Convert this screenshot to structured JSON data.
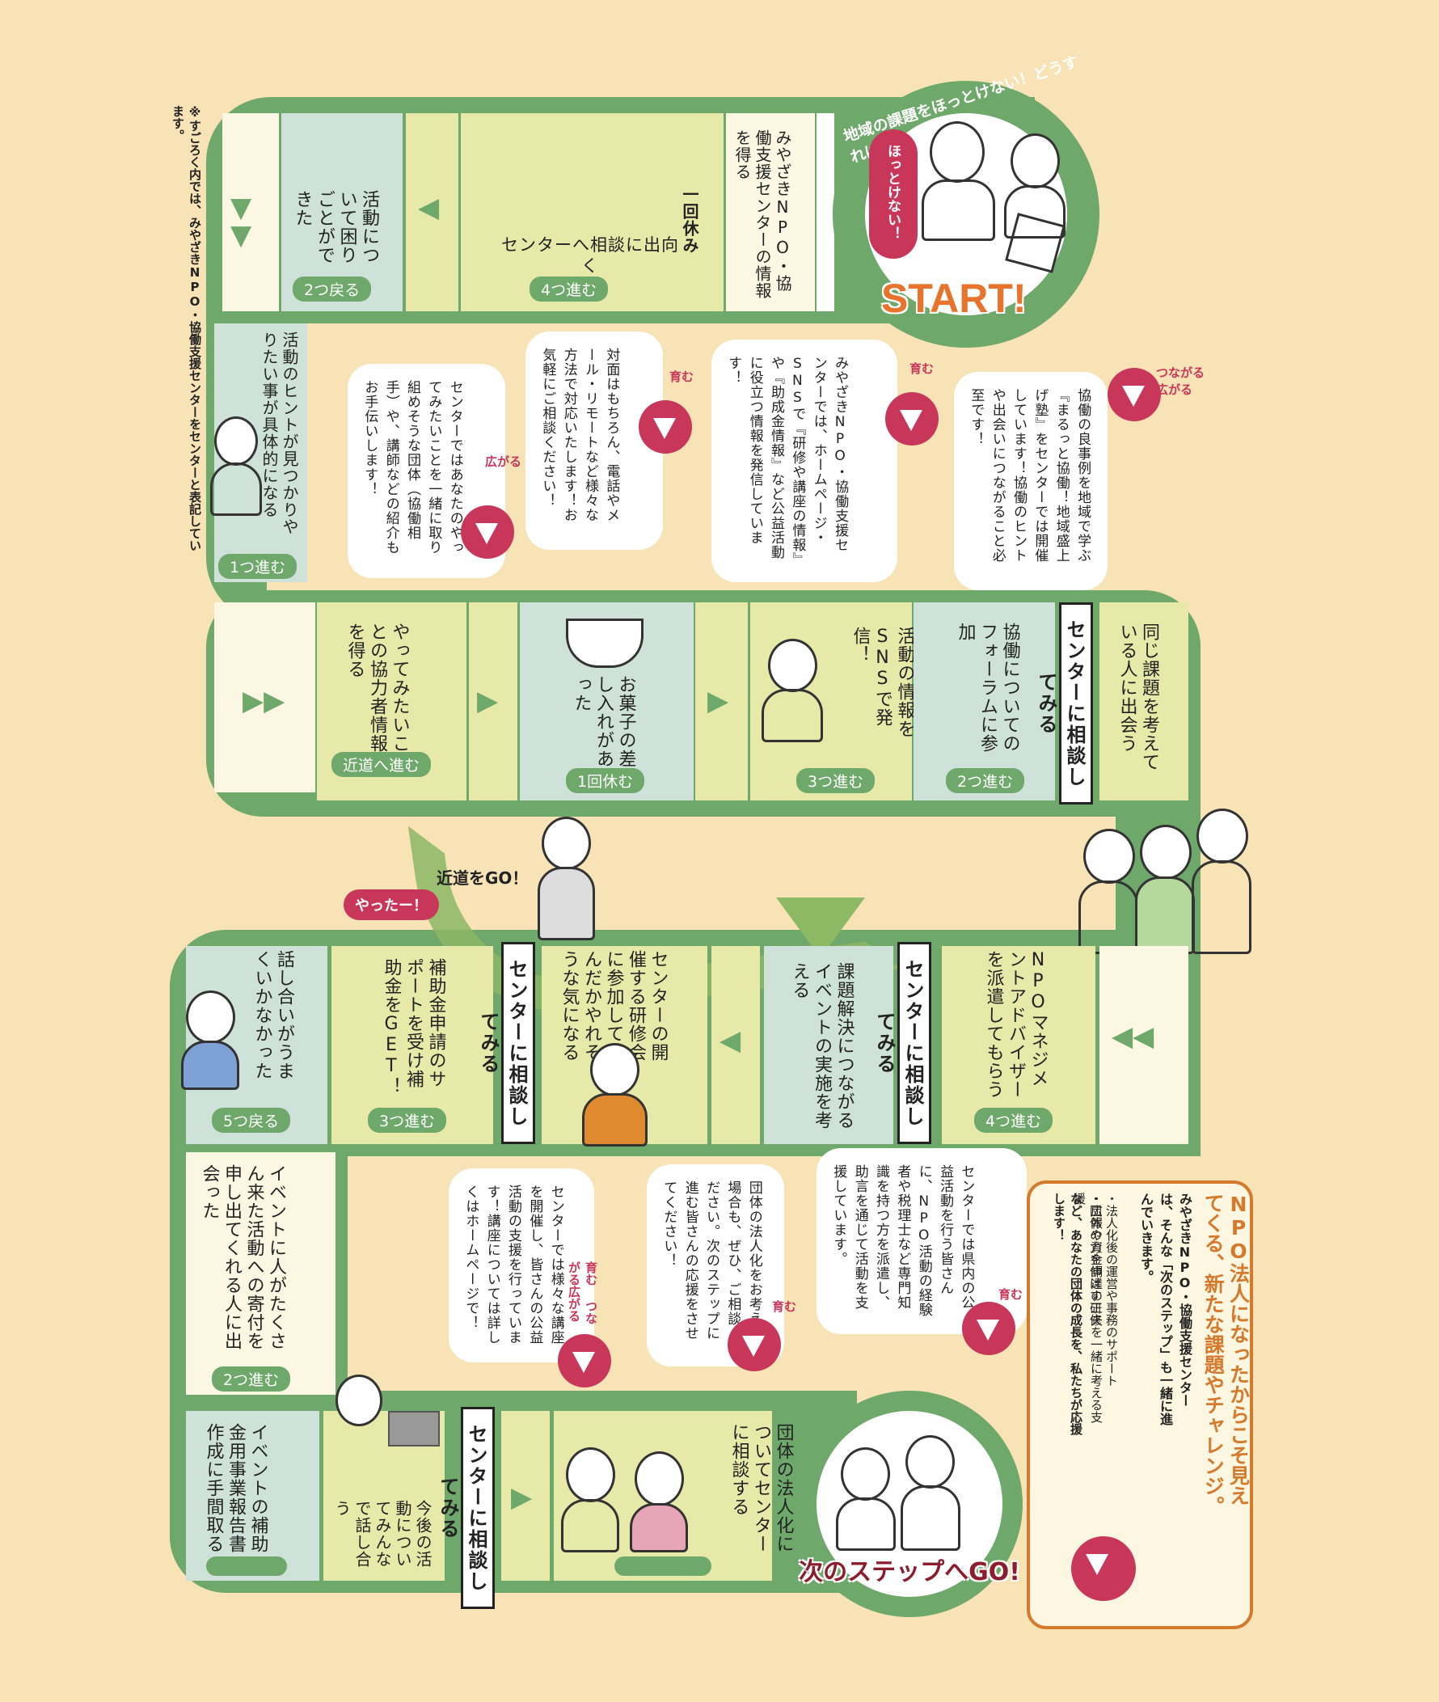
{
  "note": "※すごろく内では、みやざきNPO・協働支援センターをセンターと表記しています。",
  "start": {
    "arc_title": "地域の課題をほっとけない！どうすればいいの？",
    "bubble": "ほっとけない！",
    "label": "START!"
  },
  "row1": {
    "rest": "一回休み",
    "info": "みやざきNPO・協働支援センターの情報を得る",
    "consult_visit": "センターへ相談に出向く",
    "consult_visit_move": "4つ進む",
    "trouble": "活動について困りごとができた",
    "trouble_move": "2つ戻る"
  },
  "left1": {
    "hint": "活動のヒントが見つかりやりたい事が具体的になる",
    "hint_move": "1つ進む"
  },
  "bubbles1": {
    "b1": "協働の良事例を地域で学ぶ『まるっと協働！地域盛上げ塾』をセンターでは開催しています！協働のヒントや出会いにつながること必至です！",
    "b1_tag": "つながる広がる",
    "b2": "みやざきNPO・協働支援センターでは、ホームページ・SNSで『研修や講座の情報』や『助成金情報』など公益活動に役立つ情報を発信しています！",
    "b2_tag": "育む",
    "b3": "対面はもちろん、電話やメール・リモートなど様々な方法で対応いたします！お気軽にご相談ください！",
    "b3_tag": "育む",
    "b4": "センターではあなたのやってみたいことを一緒に取り組めそうな団体（協働相手）や、講師などの紹介もお手伝いします！",
    "b4_tag": "広がる"
  },
  "row2": {
    "meet": "同じ課題を考えている人に出会う",
    "consult": "センターに相談してみる",
    "forum": "協働についてのフォーラムに参加",
    "forum_move": "2つ進む",
    "sns": "活動の情報をSNSで発信！",
    "sns_move": "3つ進む",
    "snack": "お菓子の差し入れがあった",
    "snack_move": "1回休む",
    "partner": "やってみたいことの協力者情報を得る",
    "partner_move": "近道へ進む",
    "shortcut": "近道をGO！"
  },
  "row3": {
    "advisor": "NPOマネジメントアドバイザーを派遣してもらう",
    "advisor_move": "4つ進む",
    "consult1": "センターに相談してみる",
    "event": "課題解決につながるイベントの実施を考える",
    "seminar": "センターの開催する研修会に参加してなんだかやれそうな気になる",
    "consult2": "センターに相談してみる",
    "grant": "補助金申請のサポートを受け補助金をGET！",
    "grant_move": "3つ進む",
    "yatta": "やったー！",
    "talk": "話し合いがうまくいかなかった",
    "talk_move": "5つ戻る"
  },
  "left3": {
    "donors": "イベントに人がたくさん来た活動への寄付を申し出てくれる人に出会った",
    "donors_move": "2つ進む"
  },
  "bubbles2": {
    "b1": "センターでは県内の公益活動を行う皆さんに、NPO活動の経験者や税理士など専門知識を持つ方を派遣し、助言を通じて活動を支援しています。",
    "b1_tag": "育む",
    "b2": "団体の法人化をお考えの場合も、ぜひ、ご相談ください。次のステップに進む皆さんの応援をさせてください！",
    "b2_tag": "育む",
    "b3": "センターでは様々な講座を開催し、皆さんの公益活動の支援を行っています！講座については詳しくはホームページで！",
    "b3_tag": "育む つながる広がる"
  },
  "row4": {
    "report": "イベントの補助金用事業報告書作成に手間取る",
    "future": "今後の活動についてみんなで話し合う",
    "consult": "センターに相談してみる",
    "incorporate": "団体の法人化についてセンターに相談する",
    "next": "次のステップへGO!"
  },
  "npo_box": {
    "title": "NPO法人になったからこそ見えてくる、新たな課題やチャレンジ。",
    "lead": "みやざきNPO・協働支援センターは、そんな「次のステップ」も一緒に進んでいきます。",
    "item1": "・法人化後の運営や事務のサポート",
    "item2": "・団体の力を伸ばす研修",
    "item3": "・広報や資金調達の工夫を一緒に考える支援",
    "closing": "など、あなたの団体の成長を、私たちが応援します！"
  },
  "colors": {
    "track": "#6fa86b",
    "background": "#f7e3b5",
    "accent": "#c8375a",
    "start_orange": "#e8732c",
    "box_border": "#d57a2c"
  }
}
